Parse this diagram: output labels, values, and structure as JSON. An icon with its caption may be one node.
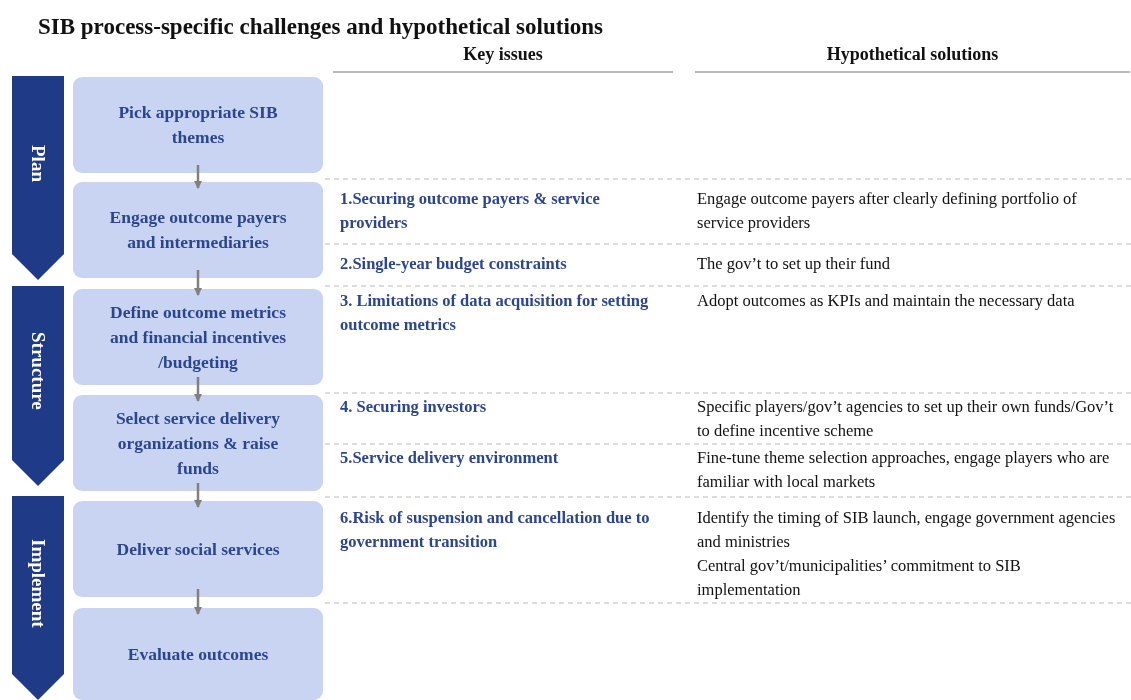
{
  "diagram": {
    "title": "SIB process-specific challenges and hypothetical solutions",
    "nodes": [
      {
        "text": [
          "Plan"
        ]
      },
      {
        "text": [
          "Structure"
        ]
      },
      {
        "text": [
          "Implement"
        ]
      },
      {
        "text": [
          "Pick appropriate SIB themes"
        ]
      },
      {
        "text": [
          "Engage outcome payers and intermediaries"
        ]
      },
      {
        "text": [
          "Define outcome metrics and financial incentives /budgeting"
        ]
      },
      {
        "text": [
          "Select service delivery organizations & raise funds"
        ]
      },
      {
        "text": [
          "Deliver social services"
        ]
      },
      {
        "text": [
          "Evaluate outcomes"
        ]
      }
    ],
    "edges": [
      {
        "from": 3,
        "to": 4,
        "arrow": "to"
      },
      {
        "from": 4,
        "to": 5,
        "arrow": "to"
      },
      {
        "from": 5,
        "to": 6,
        "arrow": "to"
      },
      {
        "from": 6,
        "to": 7,
        "arrow": "to"
      },
      {
        "from": 7,
        "to": 8,
        "arrow": "to"
      }
    ],
    "labels": [
      "Key issues",
      "Hypothetical solutions",
      "1.Securing outcome payers & service providers",
      "Engage outcome payers after clearly defining portfolio of service providers",
      "2.Single-year budget constraints",
      "The gov’t to set up their fund",
      "3. Limitations of data acquisition for setting outcome metrics",
      "Adopt outcomes as KPIs and maintain the necessary data",
      "4. Securing investors",
      "Specific players/gov’t agencies to set up their own funds/Gov’t to define incentive scheme",
      "5.Service delivery environment",
      "Fine-tune theme selection approaches, engage players who are familiar with local markets",
      "6.Risk of suspension and cancellation due to government transition",
      "Identify the timing of SIB launch, engage government agencies and ministries",
      "Central gov’t/municipalities’ commitment to SIB implementation"
    ]
  }
}
